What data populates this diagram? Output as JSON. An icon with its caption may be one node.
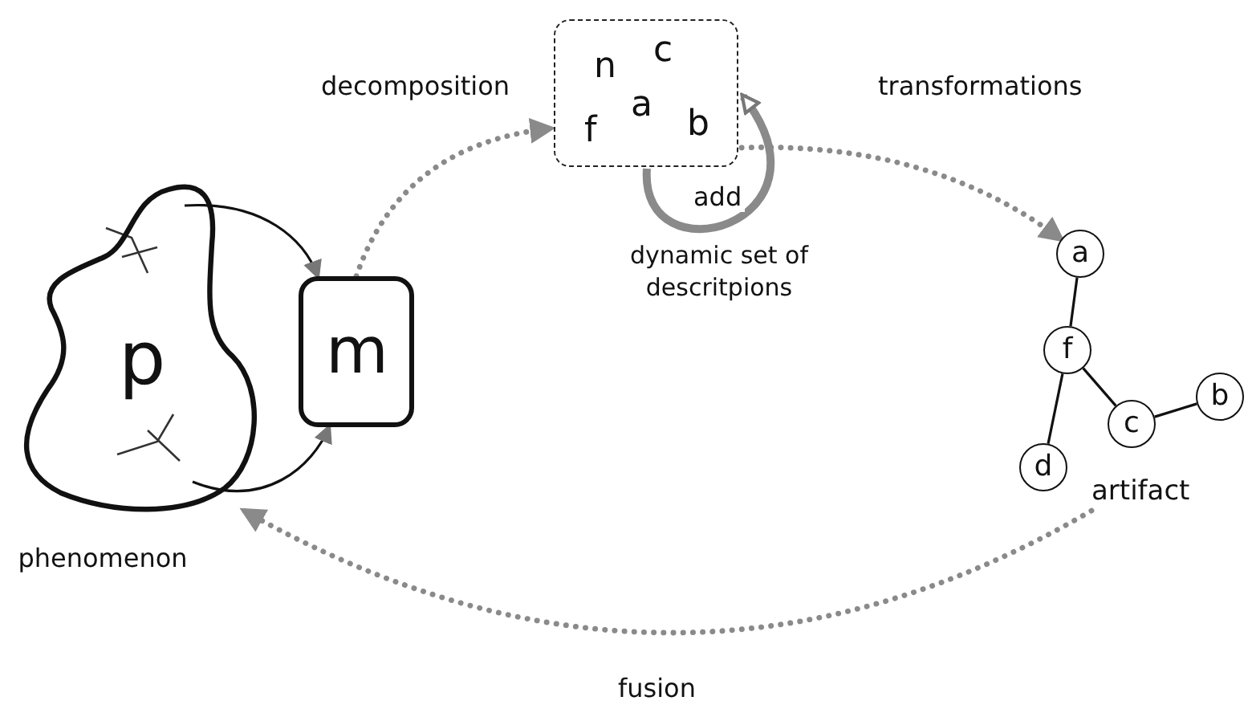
{
  "diagram": {
    "nodes": [
      {
        "text": [
          "p"
        ],
        "beside": [
          "phenomenon"
        ]
      },
      {
        "text": [
          "m"
        ]
      },
      {
        "text": [
          "n",
          "c",
          "a",
          "f",
          "b"
        ],
        "beside": [
          "dynamic set of descritpions"
        ]
      },
      {
        "text": [
          "a"
        ]
      },
      {
        "text": [
          "f"
        ]
      },
      {
        "text": [
          "c"
        ]
      },
      {
        "text": [
          "b"
        ]
      },
      {
        "text": [
          "d"
        ]
      },
      {
        "text": [
          "artifact"
        ]
      }
    ],
    "edges": [
      {
        "from": 0,
        "to": 1,
        "arrow": "to"
      },
      {
        "from": 0,
        "to": 1,
        "arrow": "to"
      },
      {
        "from": 1,
        "to": 2,
        "arrow": "to",
        "label": "decomposition",
        "style": "dashed",
        "color": "#8a8a8a"
      },
      {
        "from": 2,
        "to": 2,
        "arrow": "to",
        "label": "add",
        "style": "thick",
        "color": "#8a8a8a"
      },
      {
        "from": 2,
        "to": 3,
        "arrow": "to",
        "label": "transformations",
        "style": "dashed",
        "color": "#8a8a8a"
      },
      {
        "from": 3,
        "to": 4,
        "arrow": "none"
      },
      {
        "from": 4,
        "to": 5,
        "arrow": "none"
      },
      {
        "from": 5,
        "to": 6,
        "arrow": "none"
      },
      {
        "from": 4,
        "to": 7,
        "arrow": "none"
      },
      {
        "from": 8,
        "to": 0,
        "arrow": "to",
        "label": "fusion",
        "style": "dashed",
        "color": "#8a8a8a"
      }
    ]
  }
}
